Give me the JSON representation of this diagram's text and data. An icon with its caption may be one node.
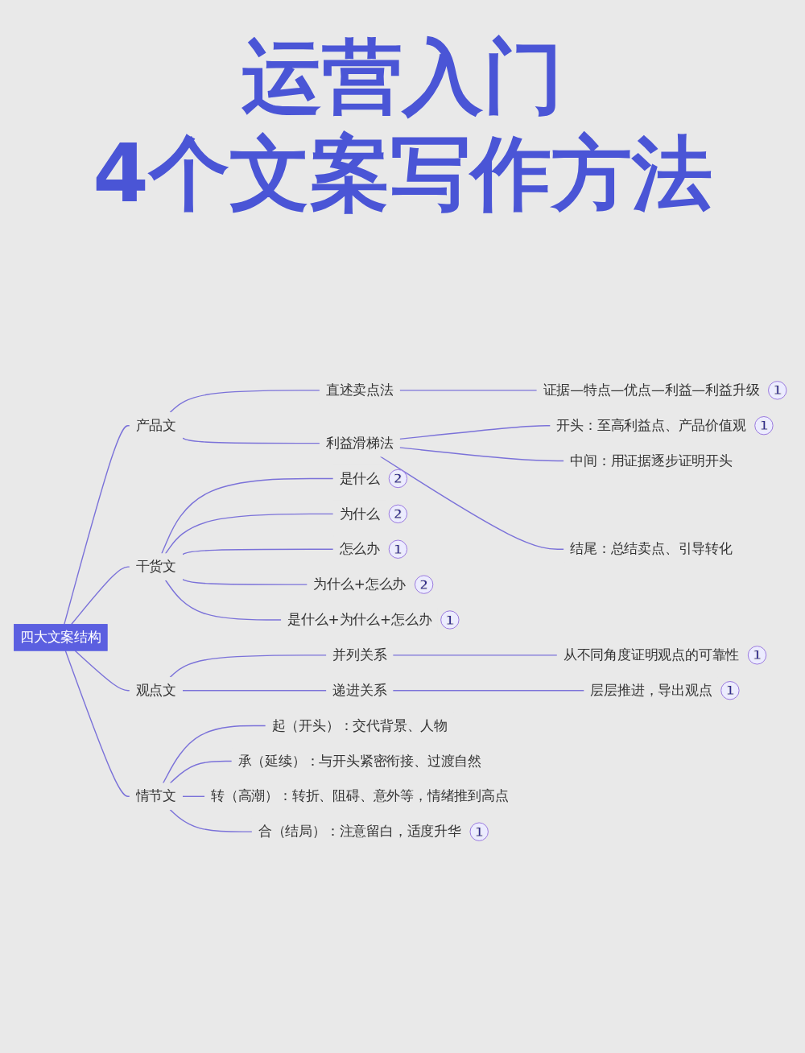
{
  "diagram": {
    "title": "运营入门 4个文案写作方法",
    "nodes": [
      {
        "text": [
          "四大文案结构"
        ]
      },
      {
        "text": [
          "产品文"
        ]
      },
      {
        "text": [
          "直述卖点法"
        ]
      },
      {
        "text": [
          "证据—特点—优点—利益—利益升级"
        ],
        "beside": [
          "1"
        ]
      },
      {
        "text": [
          "利益滑梯法"
        ]
      },
      {
        "text": [
          "开头：至高利益点、产品价值观"
        ],
        "beside": [
          "1"
        ]
      },
      {
        "text": [
          "中间：用证据逐步证明开头"
        ]
      },
      {
        "text": [
          "结尾：总结卖点、引导转化"
        ]
      },
      {
        "text": [
          "干货文"
        ]
      },
      {
        "text": [
          "是什么"
        ],
        "beside": [
          "2"
        ]
      },
      {
        "text": [
          "为什么"
        ],
        "beside": [
          "2"
        ]
      },
      {
        "text": [
          "怎么办"
        ],
        "beside": [
          "1"
        ]
      },
      {
        "text": [
          "为什么+怎么办"
        ],
        "beside": [
          "2"
        ]
      },
      {
        "text": [
          "是什么+为什么+怎么办"
        ],
        "beside": [
          "1"
        ]
      },
      {
        "text": [
          "观点文"
        ]
      },
      {
        "text": [
          "并列关系"
        ]
      },
      {
        "text": [
          "从不同角度证明观点的可靠性"
        ],
        "beside": [
          "1"
        ]
      },
      {
        "text": [
          "递进关系"
        ]
      },
      {
        "text": [
          "层层推进，导出观点"
        ],
        "beside": [
          "1"
        ]
      },
      {
        "text": [
          "情节文"
        ]
      },
      {
        "text": [
          "起（开头）：交代背景、人物"
        ]
      },
      {
        "text": [
          "承（延续）：与开头紧密衔接、过渡自然"
        ]
      },
      {
        "text": [
          "转（高潮）：转折、阻碍、意外等，情绪推到高点"
        ]
      },
      {
        "text": [
          "合（结局）：注意留白，适度升华"
        ],
        "beside": [
          "1"
        ]
      }
    ],
    "edges": [
      {
        "from": 0,
        "to": 1,
        "arrow": "none"
      },
      {
        "from": 1,
        "to": 2,
        "arrow": "none"
      },
      {
        "from": 2,
        "to": 3,
        "arrow": "none"
      },
      {
        "from": 1,
        "to": 4,
        "arrow": "none"
      },
      {
        "from": 4,
        "to": 5,
        "arrow": "none"
      },
      {
        "from": 4,
        "to": 6,
        "arrow": "none"
      },
      {
        "from": 4,
        "to": 7,
        "arrow": "none"
      },
      {
        "from": 0,
        "to": 8,
        "arrow": "none"
      },
      {
        "from": 8,
        "to": 9,
        "arrow": "none"
      },
      {
        "from": 8,
        "to": 10,
        "arrow": "none"
      },
      {
        "from": 8,
        "to": 11,
        "arrow": "none"
      },
      {
        "from": 8,
        "to": 12,
        "arrow": "none"
      },
      {
        "from": 8,
        "to": 13,
        "arrow": "none"
      },
      {
        "from": 0,
        "to": 14,
        "arrow": "none"
      },
      {
        "from": 14,
        "to": 15,
        "arrow": "none"
      },
      {
        "from": 15,
        "to": 16,
        "arrow": "none"
      },
      {
        "from": 14,
        "to": 17,
        "arrow": "none"
      },
      {
        "from": 17,
        "to": 18,
        "arrow": "none"
      },
      {
        "from": 0,
        "to": 19,
        "arrow": "none"
      },
      {
        "from": 19,
        "to": 20,
        "arrow": "none"
      },
      {
        "from": 19,
        "to": 21,
        "arrow": "none"
      },
      {
        "from": 19,
        "to": 22,
        "arrow": "none"
      },
      {
        "from": 19,
        "to": 23,
        "arrow": "none"
      }
    ]
  }
}
